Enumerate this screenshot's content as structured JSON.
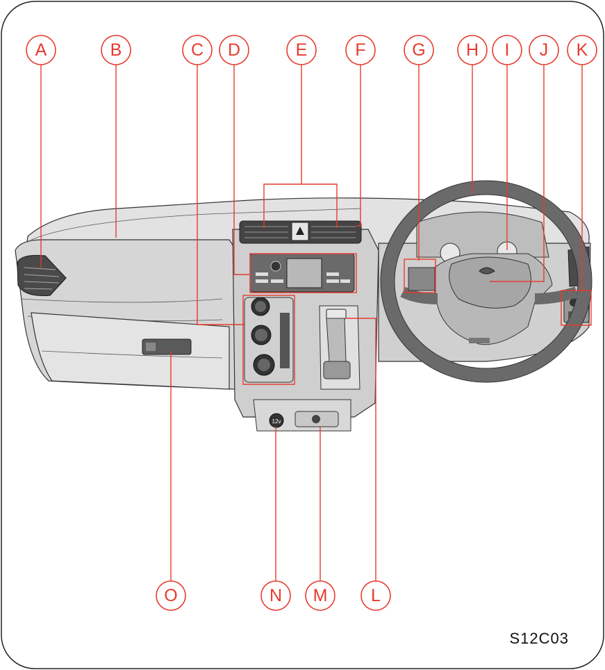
{
  "figure_code": "S12C03",
  "callouts": [
    {
      "id": "A",
      "label": "A"
    },
    {
      "id": "B",
      "label": "B"
    },
    {
      "id": "C",
      "label": "C"
    },
    {
      "id": "D",
      "label": "D"
    },
    {
      "id": "E",
      "label": "E"
    },
    {
      "id": "F",
      "label": "F"
    },
    {
      "id": "G",
      "label": "G"
    },
    {
      "id": "H",
      "label": "H"
    },
    {
      "id": "I",
      "label": "I"
    },
    {
      "id": "J",
      "label": "J"
    },
    {
      "id": "K",
      "label": "K"
    },
    {
      "id": "L",
      "label": "L"
    },
    {
      "id": "M",
      "label": "M"
    },
    {
      "id": "N",
      "label": "N"
    },
    {
      "id": "O",
      "label": "O"
    }
  ],
  "power_socket_label": "12v",
  "colors": {
    "accent": "#e63b2e",
    "dashboard": "#d4d4d4",
    "dark": "#3a3a3a",
    "steering": "#6e6e6e"
  }
}
